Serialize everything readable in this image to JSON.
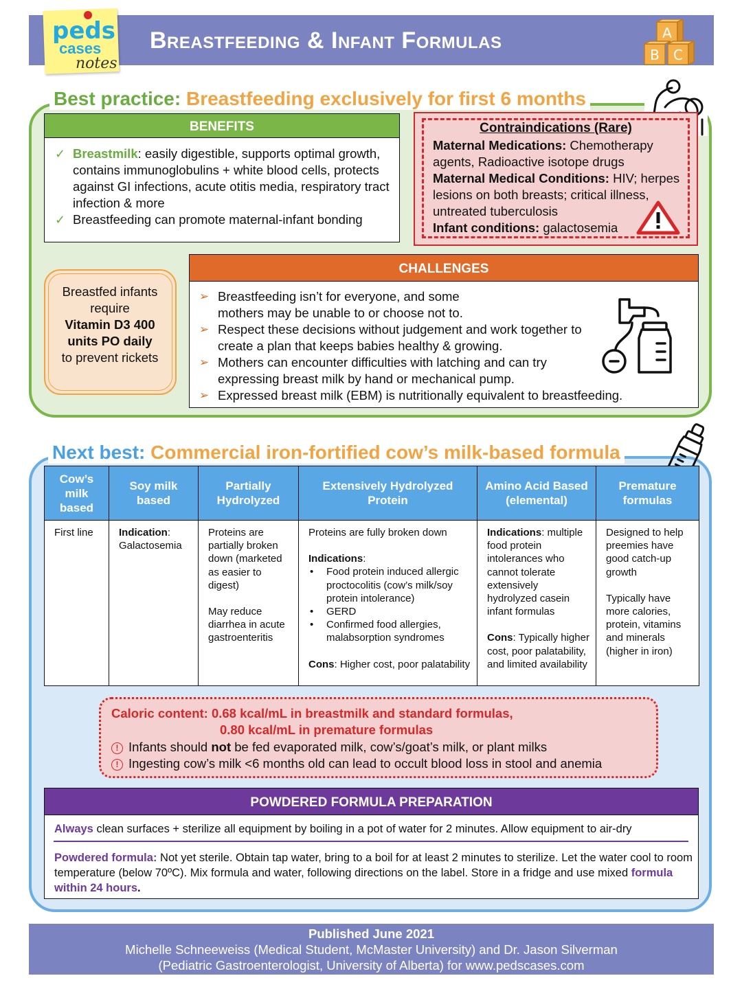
{
  "header": {
    "title": "Breastfeeding & Infant Formulas",
    "logo": {
      "line1": "peds",
      "line2": "cases",
      "line3": "notes"
    },
    "blocks": [
      "A",
      "B",
      "C"
    ]
  },
  "section1": {
    "heading_prefix": "Best practice:",
    "heading_main": "Breastfeeding exclusively for first 6 months",
    "benefits": {
      "header": "BENEFITS",
      "item1_bold": "Breastmilk",
      "item1_text": ": easily digestible, supports optimal growth, contains immunoglobulins + white blood cells, protects against GI infections, acute otitis media, respiratory tract infection & more",
      "item2_text": "Breastfeeding can promote maternal-infant bonding"
    },
    "contraindications": {
      "title": "Contraindications (Rare)",
      "med_label": "Maternal Medications:",
      "med_text": " Chemotherapy agents, Radioactive isotope drugs",
      "cond_label": "Maternal Medical Conditions:",
      "cond_text": " HIV; herpes lesions on both breasts; critical illness, untreated tuberculosis",
      "infant_label": "Infant conditions:",
      "infant_text": " galactosemia"
    },
    "vitamin": {
      "line1": "Breastfed infants require",
      "bold": "Vitamin D3 400 units PO daily",
      "line2": "to prevent rickets"
    },
    "challenges": {
      "header": "CHALLENGES",
      "items": [
        "Breastfeeding isn’t for everyone, and some mothers may be unable to or choose not to.",
        "Respect these decisions without judgement and work together to create a plan that keeps babies healthy & growing.",
        "Mothers can encounter difficulties with latching and can try expressing breast milk by hand or mechanical pump.",
        "Expressed breast milk (EBM) is nutritionally equivalent to breastfeeding."
      ]
    }
  },
  "section2": {
    "heading_prefix": "Next best:",
    "heading_main": "Commercial iron-fortified cow’s milk-based formula",
    "table": {
      "headers": [
        "Cow’s milk based",
        "Soy milk based",
        "Partially Hydrolyzed",
        "Extensively Hydrolyzed Protein",
        "Amino Acid Based (elemental)",
        "Premature formulas"
      ],
      "cow": "First line",
      "soy_label": "Indication",
      "soy_text": ": Galactosemia",
      "partial_p1": "Proteins are partially broken down (marketed as easier to digest)",
      "partial_p2": "May reduce diarrhea in acute gastroenteritis",
      "ext_p1": "Proteins are fully broken down",
      "ext_ind_label": "Indications",
      "ext_items": [
        "Food protein induced allergic proctocolitis (cow’s milk/soy protein intolerance)",
        "GERD",
        "Confirmed food allergies, malabsorption syndromes"
      ],
      "ext_cons_label": "Cons",
      "ext_cons_text": ": Higher cost, poor palatability",
      "amino_ind_label": "Indications",
      "amino_ind_text": ": multiple food protein intolerances who cannot tolerate extensively hydrolyzed casein infant formulas",
      "amino_cons_label": "Cons",
      "amino_cons_text": ": Typically higher cost, poor palatability, and limited availability",
      "prem_p1": "Designed to help preemies have good catch-up growth",
      "prem_p2": "Typically have more calories, protein, vitamins and minerals (higher in iron)"
    },
    "caloric": {
      "line1": "Caloric content: 0.68 kcal/mL in breastmilk and standard formulas,",
      "line2": "0.80 kcal/mL in premature formulas",
      "warn1_pre": "Infants should ",
      "warn1_bold": "not",
      "warn1_post": " be fed evaporated milk, cow’s/goat’s milk, or plant milks",
      "warn2": "Ingesting cow’s milk <6 months old can lead to occult blood loss in stool and anemia"
    },
    "preparation": {
      "header": "POWDERED FORMULA PREPARATION",
      "line1_bold": "Always",
      "line1_text": " clean surfaces + sterilize all equipment by boiling in a pot of water for 2 minutes. Allow equipment to air-dry",
      "line2_bold": "Powdered formula:",
      "line2_text": " Not yet sterile. Obtain tap water, bring to a boil for at least 2 minutes to sterilize. Let the water cool to room temperature (below 70ºC). Mix formula and water, following directions on the label. Store in a fridge and use mixed ",
      "line2_bold2": "formula within 24 hours",
      "line2_end": "."
    }
  },
  "footer": {
    "published": "Published June 2021",
    "line2": "Michelle Schneeweiss (Medical Student, McMaster University) and Dr. Jason Silverman",
    "line3": "(Pediatric Gastroenterologist, University of Alberta) for www.pedscases.com"
  },
  "colors": {
    "header_bg": "#7b84c1",
    "green": "#7ab648",
    "orange": "#f0a443",
    "red": "#d62828",
    "challenge_orange": "#e06a2a",
    "blue": "#5aa7e6",
    "purple": "#6d3a9c"
  },
  "icons": [
    "baby-icon",
    "warning-icon",
    "breast-pump-icon",
    "baby-bottle-icon",
    "abc-blocks-icon",
    "check-icon",
    "arrow-icon",
    "exclamation-circle-icon"
  ]
}
